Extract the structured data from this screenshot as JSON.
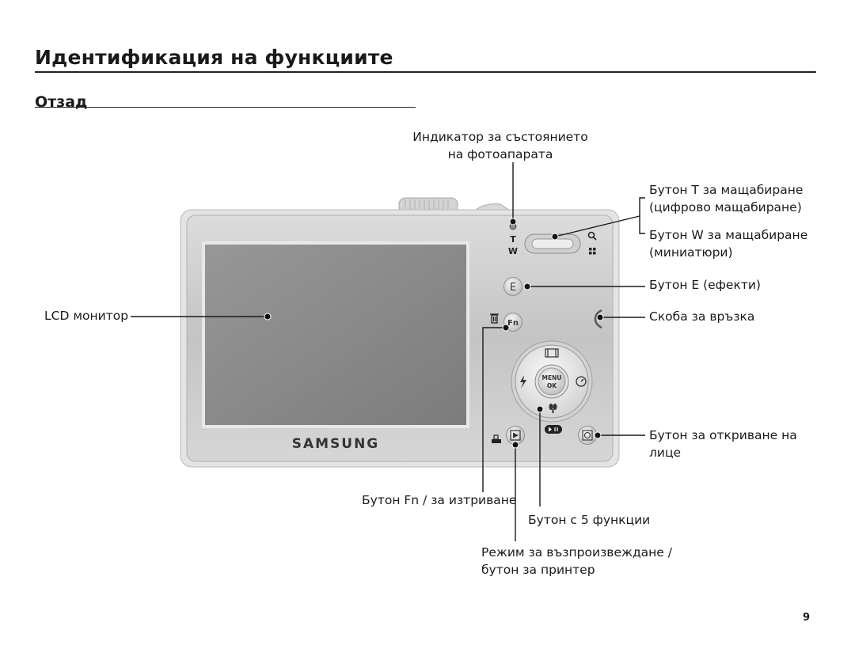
{
  "page": {
    "title": "Идентификация на функциите",
    "subtitle": "Отзад",
    "page_number": "9"
  },
  "callouts": {
    "status_indicator": [
      "Индикатор за състоянието",
      "на фотоапарата"
    ],
    "zoom_t": [
      "Бутон T за мащабиране",
      "(цифрово мащабиране)"
    ],
    "zoom_w": [
      "Бутон W за мащабиране",
      "(миниатюри)"
    ],
    "effects_button": "Бутон E (ефекти)",
    "strap_eyelet": "Скоба за връзка",
    "lcd_monitor": "LCD монитор",
    "face_detection": [
      "Бутон за откриване на",
      "лице"
    ],
    "fn_delete": "Бутон Fn / за изтриване",
    "five_function": "Бутон с 5 функции",
    "playback_printer": [
      "Режим за възпроизвеждане /",
      "бутон за принтер"
    ]
  },
  "camera": {
    "brand": "SAMSUNG",
    "zoom_t_mark": "T",
    "zoom_w_mark": "W",
    "effects_mark": "E",
    "fn_mark": "Fn",
    "menu_label": "MENU",
    "ok_label": "OK",
    "icons": [
      "tele-magnifier-icon",
      "wide-thumbnail-icon",
      "trash-icon",
      "flash-icon",
      "self-timer-icon",
      "macro-icon",
      "display-icon",
      "play-pause-icon",
      "printer-icon",
      "playback-icon",
      "face-detection-icon"
    ],
    "colors": {
      "body": "#c8c8c8",
      "body_edge": "#e6e6e6",
      "screen": "#8a8a8a",
      "ink": "#222222"
    }
  }
}
